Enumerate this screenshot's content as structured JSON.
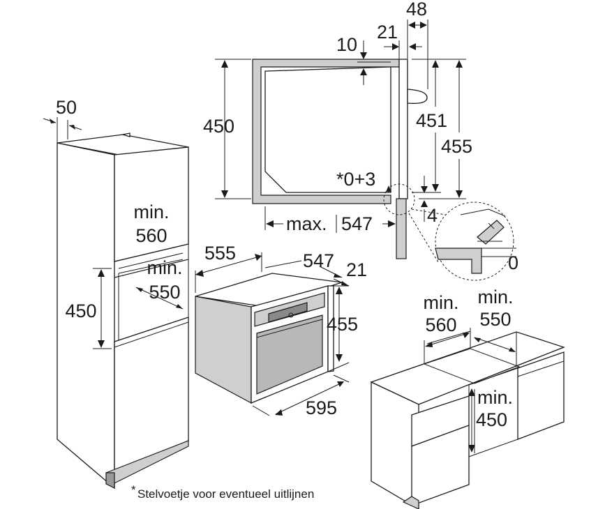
{
  "tall_cabinet": {
    "panel_thickness": "50",
    "niche_height_upper_a": "min.",
    "niche_height_upper_b": "560",
    "niche_depth_a": "min.",
    "niche_depth_b": "550",
    "oven_height": "450"
  },
  "side_section": {
    "gap_top": "10",
    "front_offset": "21",
    "door_depth": "48",
    "height_450": "450",
    "height_451": "451",
    "height_455": "455",
    "foot_note": "*0+3",
    "bottom_gap": "4",
    "max_depth_label": "max.",
    "max_depth_value": "547",
    "detail_zero": "0"
  },
  "oven": {
    "width_555": "555",
    "depth_547": "547",
    "front_21": "21",
    "height_455": "455",
    "width_595": "595"
  },
  "base_cabinet": {
    "width_label": "min.",
    "width_value": "560",
    "depth_label": "min.",
    "depth_value": "550",
    "height_label": "min.",
    "height_value": "450"
  },
  "footnote": {
    "star": "*",
    "text": "Stelvoetje voor eventueel uitlijnen"
  }
}
